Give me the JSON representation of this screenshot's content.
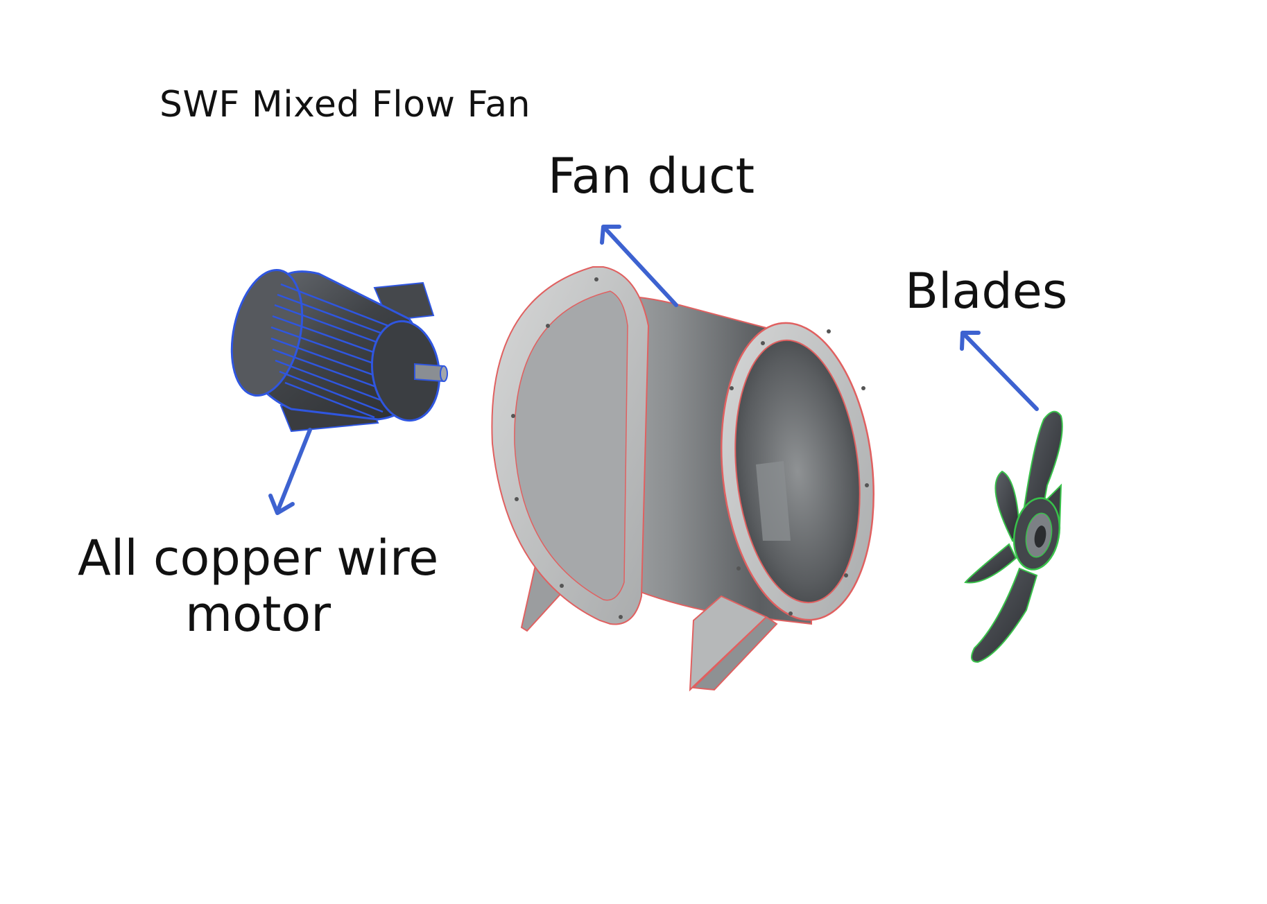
{
  "title": "SWF Mixed Flow Fan",
  "labels": {
    "fan_duct": "Fan duct",
    "blades": "Blades",
    "motor_line1": "All copper wire",
    "motor_line2": "motor"
  },
  "colors": {
    "arrow": "#3d62d0",
    "motor_outline": "#2f56e0",
    "duct_outline": "#e06060",
    "blade_outline": "#38c24a",
    "metal_dark": "#4a4d52",
    "metal_light": "#c9cbcc"
  }
}
